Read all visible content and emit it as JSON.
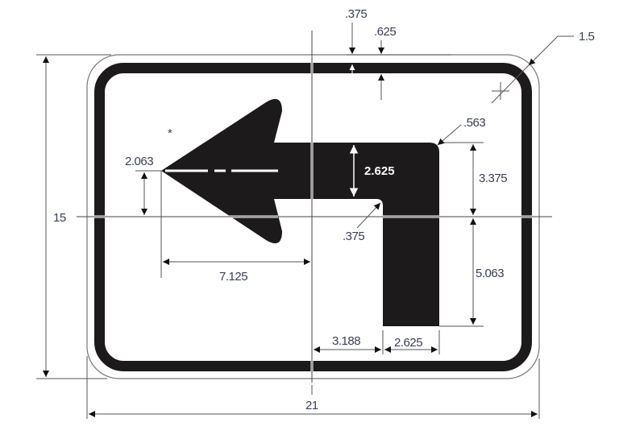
{
  "diagram": {
    "title": "Left turn arrow sign dimension drawing",
    "colors": {
      "ink": "#1c1a1a",
      "dimension_line": "#555555",
      "text": "#3a3f52",
      "background": "#ffffff"
    },
    "overall": {
      "height_label": "15",
      "width_label": "21"
    },
    "border": {
      "margin_label": ".375",
      "border_width_label": ".625",
      "corner_radius_label": "1.5"
    },
    "arrow": {
      "marker": "*",
      "tip_offset_label": "2.063",
      "tip_to_center_label": "7.125",
      "shaft_width_label": "2.625",
      "outer_bend_radius_label": ".563",
      "inner_bend_radius_label": ".375",
      "upper_height_label": "3.375",
      "lower_height_label": "5.063",
      "leg_offset_label": "3.188",
      "leg_width_label": "2.625"
    }
  }
}
